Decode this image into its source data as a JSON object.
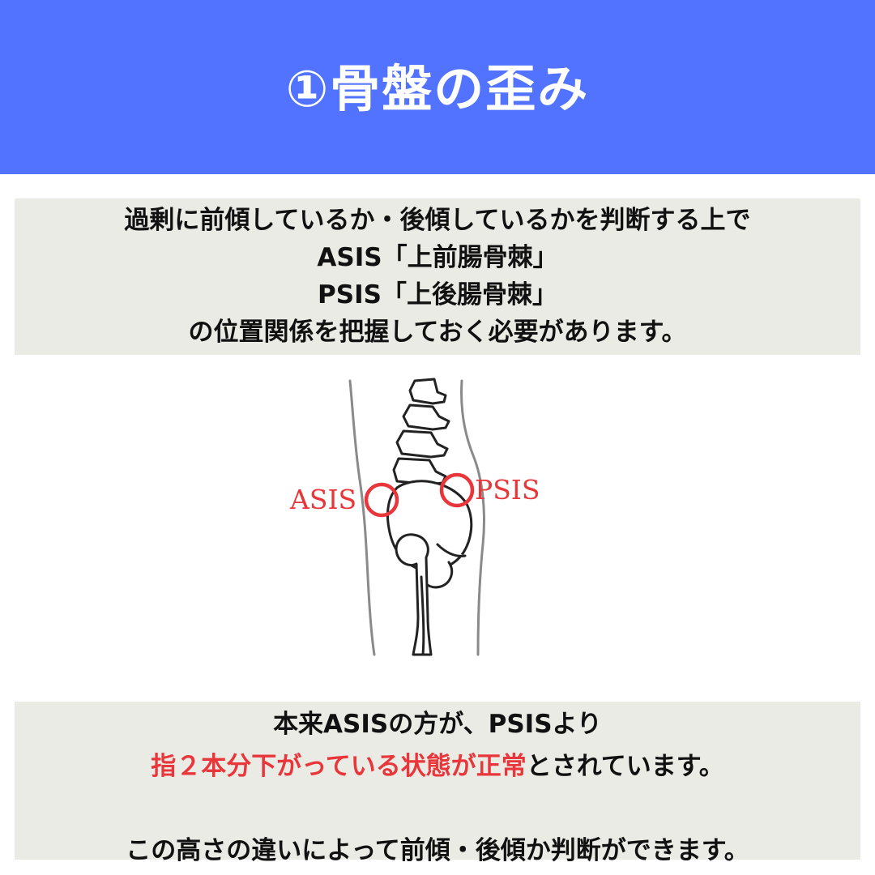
{
  "header": {
    "title": "①骨盤の歪み",
    "background_color": "#5273ff"
  },
  "intro": {
    "lines": [
      "過剰に前傾しているか・後傾しているかを判断する上で",
      "ASIS「上前腸骨棘」",
      "PSIS「上後腸骨棘」",
      "の位置関係を把握しておく必要があります。"
    ]
  },
  "figure": {
    "asis_label": "ASIS",
    "psis_label": "PSIS",
    "marker_color": "#e8363a"
  },
  "conclusion": {
    "line1": "本来ASISの方が、PSISより",
    "line2_highlight": "指２本分下がっている状態が正常",
    "line2_rest": "とされています。",
    "line3": "この高さの違いによって前傾・後傾か判断ができます。"
  }
}
